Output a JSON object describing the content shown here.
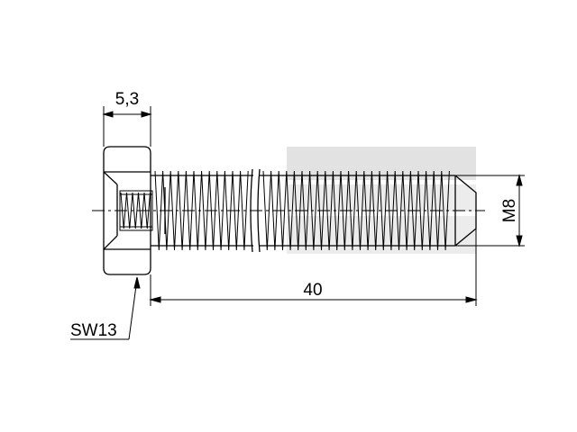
{
  "dimensions": {
    "head_height": "5,3",
    "length": "40",
    "thread": "M8",
    "wrench_size": "SW13"
  },
  "colors": {
    "line": "#000000",
    "watermark": "#d9d9d9",
    "background": "#ffffff"
  }
}
